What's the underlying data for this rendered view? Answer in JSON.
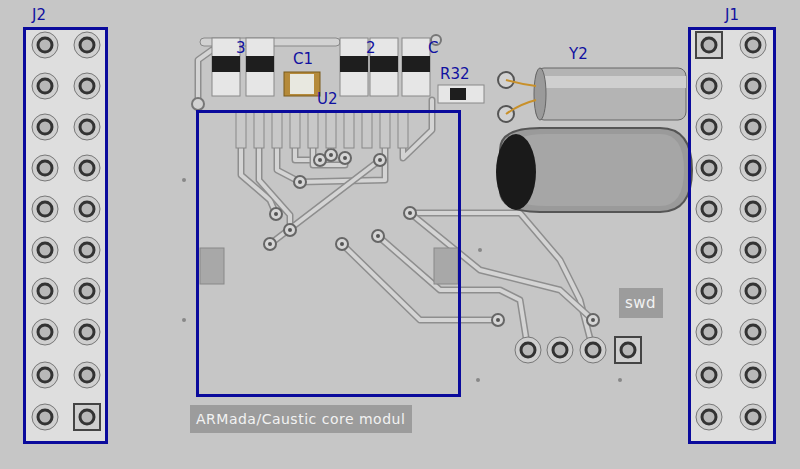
{
  "diagram": {
    "nodes": [
      {
        "text": [
          "J2"
        ]
      },
      {
        "text": [
          "U2"
        ]
      },
      {
        "text": [
          "J1"
        ]
      },
      {
        "text": [
          "swd"
        ]
      },
      {
        "text": [
          "ARMada/Caustic core modul"
        ]
      }
    ],
    "labels": [
      "3",
      "C1",
      "2",
      "C",
      "R32",
      "Y2"
    ]
  }
}
